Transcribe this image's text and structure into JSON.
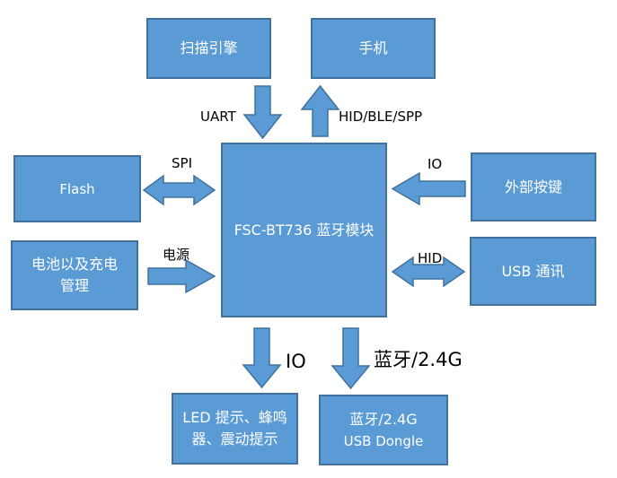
{
  "colors": {
    "box_fill": "#5b9bd5",
    "box_border": "#41719c",
    "box_text": "#ffffff",
    "label_text": "#000000"
  },
  "nodes": {
    "scan_engine": "扫描引擎",
    "phone": "手机",
    "flash": "Flash",
    "core": "FSC-BT736 蓝牙模块",
    "external_keys": "外部按键",
    "battery_line1": "电池以及充电",
    "battery_line2": "管理",
    "usb_comm": "USB 通讯",
    "led_line1": "LED 提示、蜂鸣",
    "led_line2": "器、震动提示",
    "dongle_line1": "蓝牙/2.4G",
    "dongle_line2": "USB Dongle"
  },
  "edges": {
    "uart": "UART",
    "hid_ble_spp": "HID/BLE/SPP",
    "spi": "SPI",
    "io_keys": "IO",
    "power": "电源",
    "hid_usb": "HID",
    "io_led": "IO",
    "bt_24g": "蓝牙/2.4G"
  }
}
